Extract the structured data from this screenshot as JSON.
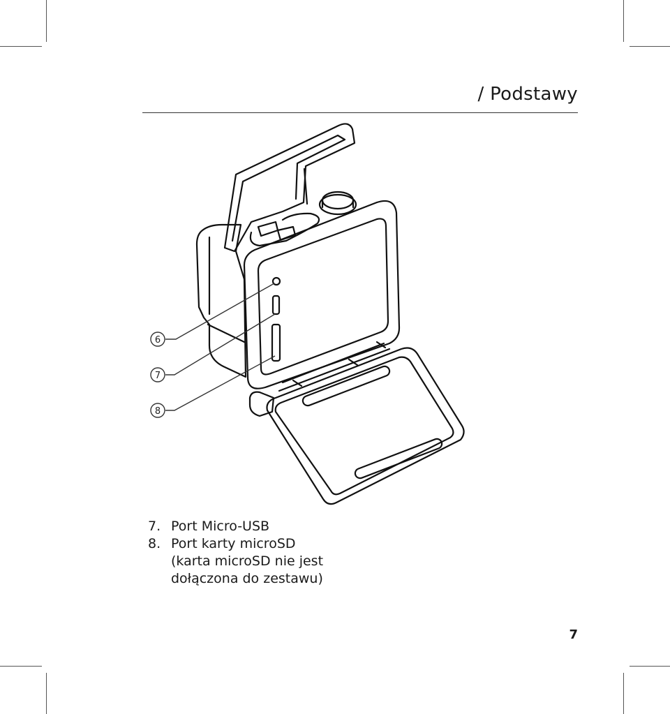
{
  "header": {
    "title": "/ Podstawy"
  },
  "callouts": [
    {
      "id": "6",
      "label": "6"
    },
    {
      "id": "7",
      "label": "7"
    },
    {
      "id": "8",
      "label": "8"
    }
  ],
  "captions": [
    {
      "number": "7.",
      "text": "Port Micro-USB"
    },
    {
      "number": "8.",
      "text": "Port karty microSD\n(karta microSD nie jest\ndołączona do zestawu)"
    }
  ],
  "page_number": "7"
}
